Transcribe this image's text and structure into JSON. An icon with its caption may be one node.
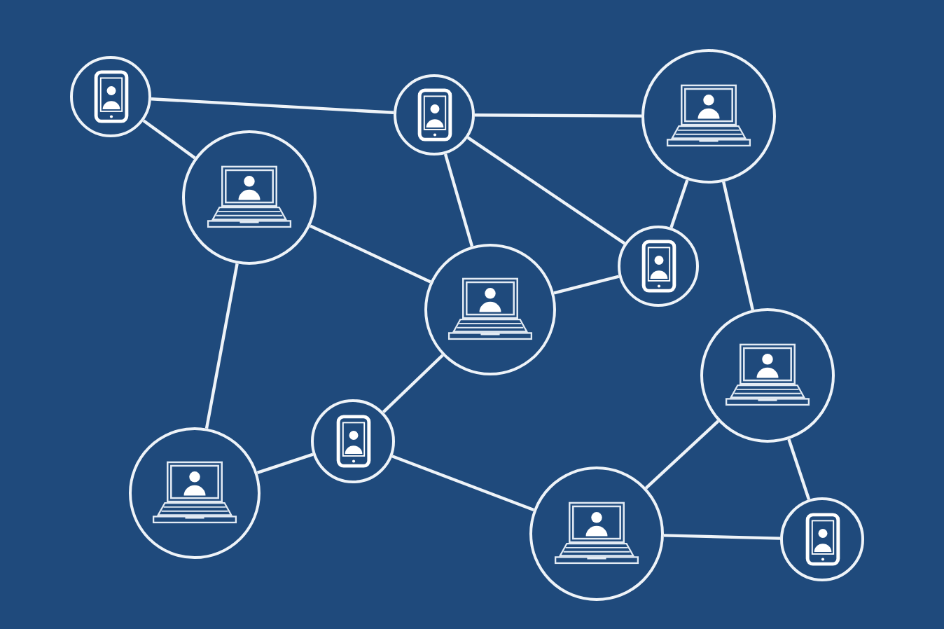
{
  "diagram": {
    "nodes": [
      {
        "text": [],
        "shape": "circle"
      },
      {
        "text": [],
        "shape": "circle"
      },
      {
        "text": [],
        "shape": "circle"
      },
      {
        "text": [],
        "shape": "circle"
      },
      {
        "text": [],
        "shape": "circle"
      },
      {
        "text": [],
        "shape": "circle"
      },
      {
        "text": [],
        "shape": "circle"
      },
      {
        "text": [],
        "shape": "circle"
      },
      {
        "text": [],
        "shape": "circle"
      },
      {
        "text": [],
        "shape": "circle"
      },
      {
        "text": [],
        "shape": "circle"
      }
    ],
    "edges": [
      {
        "from": 0,
        "to": 1,
        "arrow": "none"
      },
      {
        "from": 0,
        "to": 3,
        "arrow": "none"
      },
      {
        "from": 1,
        "to": 2,
        "arrow": "none"
      },
      {
        "from": 1,
        "to": 5,
        "arrow": "none"
      },
      {
        "from": 1,
        "to": 4,
        "arrow": "none"
      },
      {
        "from": 2,
        "to": 4,
        "arrow": "none"
      },
      {
        "from": 2,
        "to": 6,
        "arrow": "none"
      },
      {
        "from": 3,
        "to": 5,
        "arrow": "none"
      },
      {
        "from": 3,
        "to": 8,
        "arrow": "none"
      },
      {
        "from": 5,
        "to": 4,
        "arrow": "none"
      },
      {
        "from": 5,
        "to": 7,
        "arrow": "none"
      },
      {
        "from": 7,
        "to": 8,
        "arrow": "none"
      },
      {
        "from": 7,
        "to": 9,
        "arrow": "none"
      },
      {
        "from": 9,
        "to": 6,
        "arrow": "none"
      },
      {
        "from": 9,
        "to": 10,
        "arrow": "none"
      },
      {
        "from": 6,
        "to": 10,
        "arrow": "none"
      }
    ]
  }
}
